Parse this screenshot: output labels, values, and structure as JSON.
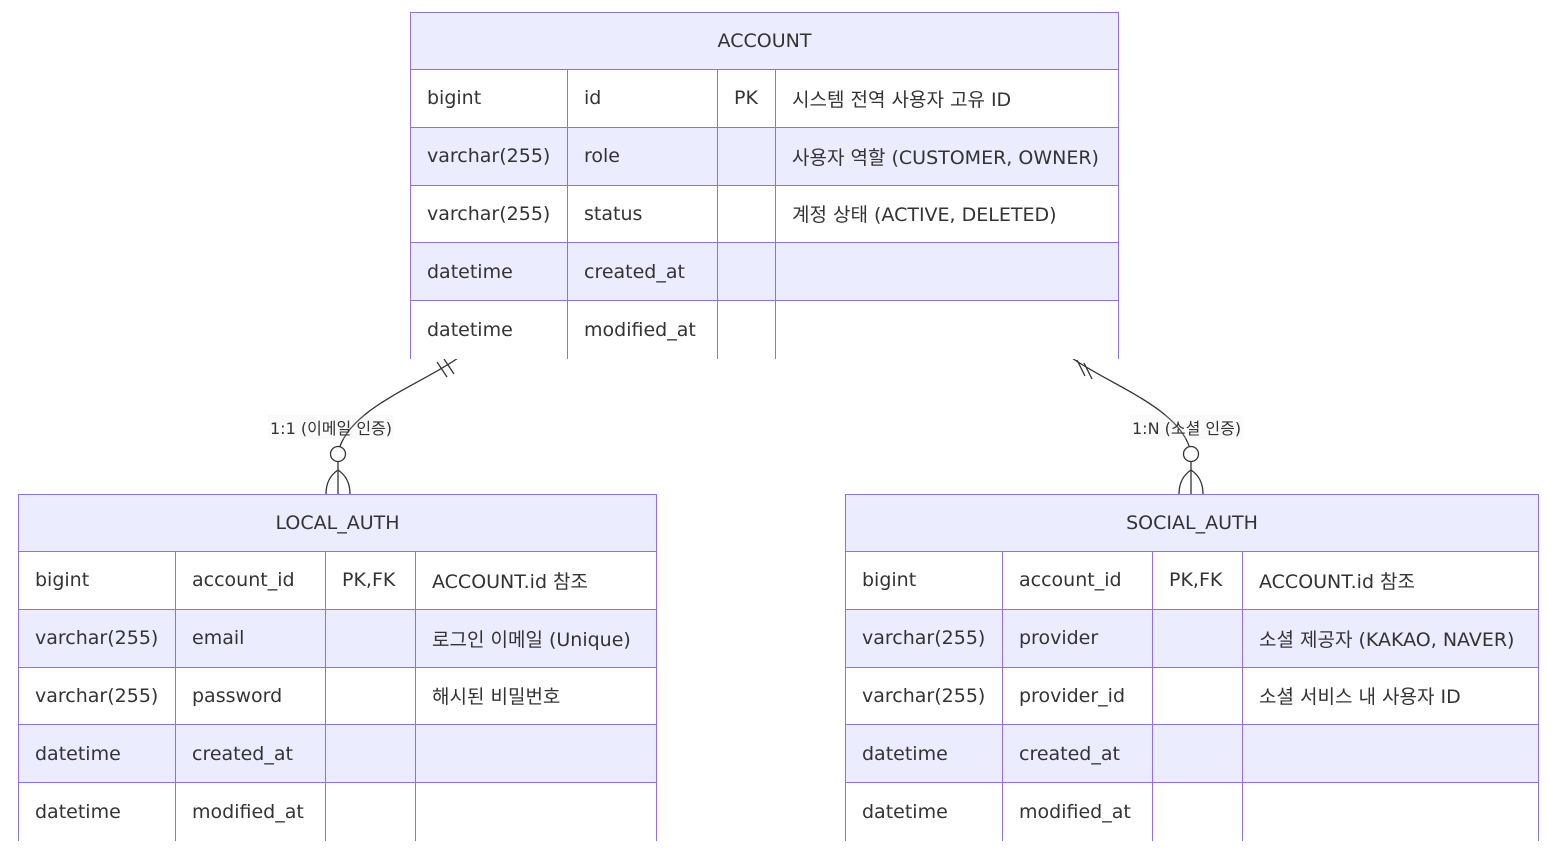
{
  "colors": {
    "border": "#9370db",
    "header_fill": "#ececff",
    "even_row_fill": "#ececff",
    "odd_row_fill": "#ffffff",
    "text": "#333333",
    "line": "#333333"
  },
  "entities": [
    {
      "name": "ACCOUNT",
      "rows": [
        {
          "type": "bigint",
          "name": "id",
          "key": "PK",
          "comment": "시스템 전역 사용자 고유 ID"
        },
        {
          "type": "varchar(255)",
          "name": "role",
          "key": "",
          "comment": "사용자 역할 (CUSTOMER, OWNER)"
        },
        {
          "type": "varchar(255)",
          "name": "status",
          "key": "",
          "comment": "계정 상태 (ACTIVE, DELETED)"
        },
        {
          "type": "datetime",
          "name": "created_at",
          "key": "",
          "comment": ""
        },
        {
          "type": "datetime",
          "name": "modified_at",
          "key": "",
          "comment": ""
        }
      ]
    },
    {
      "name": "LOCAL_AUTH",
      "rows": [
        {
          "type": "bigint",
          "name": "account_id",
          "key": "PK,FK",
          "comment": "ACCOUNT.id 참조"
        },
        {
          "type": "varchar(255)",
          "name": "email",
          "key": "",
          "comment": "로그인 이메일 (Unique)"
        },
        {
          "type": "varchar(255)",
          "name": "password",
          "key": "",
          "comment": "해시된 비밀번호"
        },
        {
          "type": "datetime",
          "name": "created_at",
          "key": "",
          "comment": ""
        },
        {
          "type": "datetime",
          "name": "modified_at",
          "key": "",
          "comment": ""
        }
      ]
    },
    {
      "name": "SOCIAL_AUTH",
      "rows": [
        {
          "type": "bigint",
          "name": "account_id",
          "key": "PK,FK",
          "comment": "ACCOUNT.id 참조"
        },
        {
          "type": "varchar(255)",
          "name": "provider",
          "key": "",
          "comment": "소셜 제공자 (KAKAO, NAVER)"
        },
        {
          "type": "varchar(255)",
          "name": "provider_id",
          "key": "",
          "comment": "소셜 서비스 내 사용자 ID"
        },
        {
          "type": "datetime",
          "name": "created_at",
          "key": "",
          "comment": ""
        },
        {
          "type": "datetime",
          "name": "modified_at",
          "key": "",
          "comment": ""
        }
      ]
    }
  ],
  "relationships": [
    {
      "from": "ACCOUNT",
      "to": "LOCAL_AUTH",
      "label": "1:1 (이메일 인증)",
      "from_cardinality": "exactly-one",
      "to_cardinality": "zero-or-many"
    },
    {
      "from": "ACCOUNT",
      "to": "SOCIAL_AUTH",
      "label": "1:N (소셜 인증)",
      "from_cardinality": "exactly-one",
      "to_cardinality": "zero-or-many"
    }
  ]
}
